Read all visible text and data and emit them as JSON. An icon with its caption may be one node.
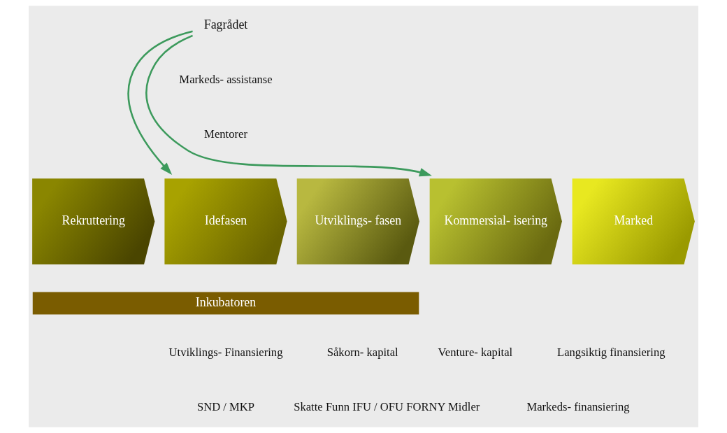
{
  "diagram": {
    "nodes": [
      {
        "text": [
          "Fagrådet"
        ]
      },
      {
        "text": [
          "Rekruttering"
        ]
      },
      {
        "text": [
          "Idefasen"
        ]
      },
      {
        "text": [
          "Utviklings- fasen"
        ]
      },
      {
        "text": [
          "Kommersial- isering"
        ]
      },
      {
        "text": [
          "Marked"
        ]
      },
      {
        "text": [
          "Inkubatoren"
        ]
      }
    ],
    "edges": [
      {
        "from": 0,
        "to": 2,
        "arrow": "to"
      },
      {
        "from": 0,
        "to": 4,
        "arrow": "to"
      }
    ],
    "labels": [
      "Markeds- assistanse",
      "Mentorer",
      "Utviklings- Finansiering",
      "Såkorn- kapital",
      "Venture- kapital",
      "Langsiktig finansiering",
      "SND / MKP",
      "Skatte Funn IFU / OFU FORNY Midler",
      "Markeds- finansiering"
    ]
  }
}
